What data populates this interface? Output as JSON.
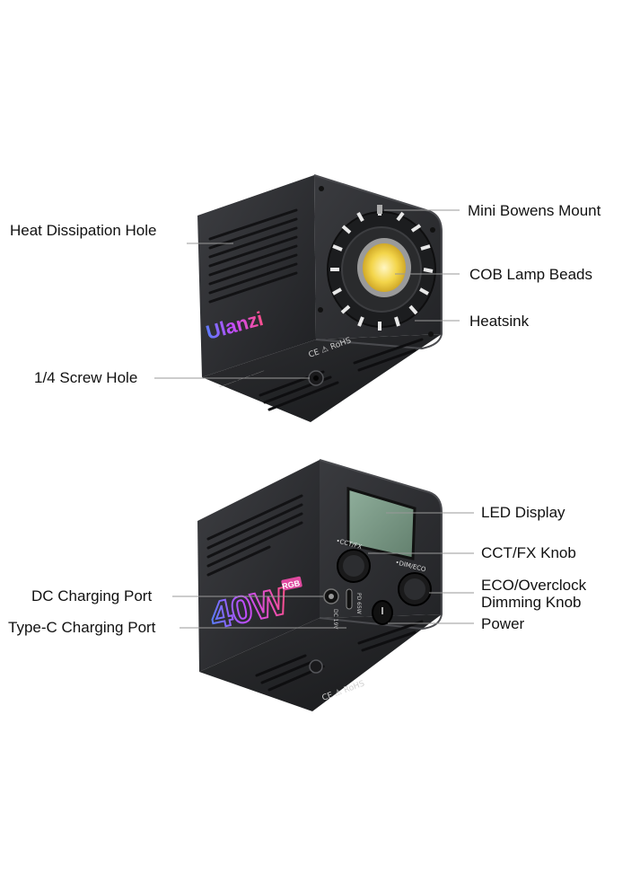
{
  "top_product": {
    "brand": "Ulanzi",
    "callouts": {
      "heat_dissipation_hole": "Heat Dissipation Hole",
      "screw_hole": "1/4 Screw Hole",
      "mini_bowens_mount": "Mini Bowens Mount",
      "cob_lamp_beads": "COB Lamp Beads",
      "heatsink": "Heatsink"
    }
  },
  "bottom_product": {
    "power_badge": "40W",
    "rgb_badge": "RGB",
    "callouts": {
      "dc_charging_port": "DC Charging Port",
      "type_c_charging_port": "Type-C Charging Port",
      "led_display": "LED Display",
      "cct_fx_knob": "CCT/FX Knob",
      "eco_overclock_line1": "ECO/Overclock",
      "eco_overclock_line2": "Dimming Knob",
      "power": "Power"
    },
    "panel_text": {
      "cct": "•CCT/FX",
      "dim": "•DIM/ECO",
      "dc": "DC 19V",
      "pd": "PD 65W"
    }
  },
  "colors": {
    "body_dark": "#2b2c2f",
    "body_side": "#3a3b3e",
    "cob_yellow": "#f3d54a",
    "display_green": "#7a9a86"
  }
}
